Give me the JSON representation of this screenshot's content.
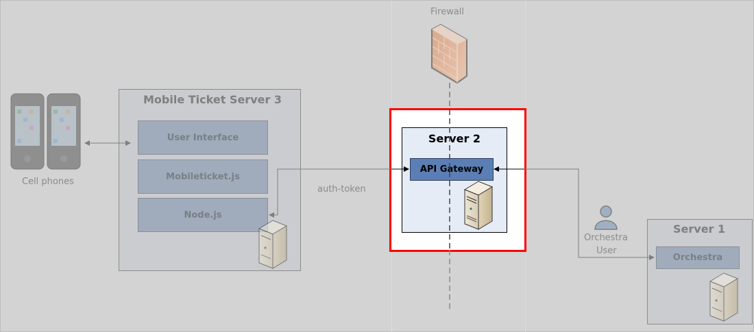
{
  "diagram": {
    "firewall": {
      "label": "Firewall",
      "icon": "firewall-icon"
    },
    "cell_phones": {
      "label": "Cell phones",
      "icon": "smartphone-icon",
      "count": 2
    },
    "mobile_ticket_server": {
      "title": "Mobile Ticket Server 3",
      "modules": [
        "User Interface",
        "Mobileticket.js",
        "Node.js"
      ],
      "icon": "server-icon"
    },
    "connection_label": "auth-token",
    "server2": {
      "title": "Server 2",
      "module": "API Gateway",
      "icon": "server-icon",
      "highlight_color": "#ff0000"
    },
    "orchestra_user": {
      "label_line1": "Orchestra",
      "label_line2": "User",
      "icon": "user-icon"
    },
    "server1": {
      "title": "Server 1",
      "module": "Orchestra",
      "icon": "server-icon"
    }
  }
}
